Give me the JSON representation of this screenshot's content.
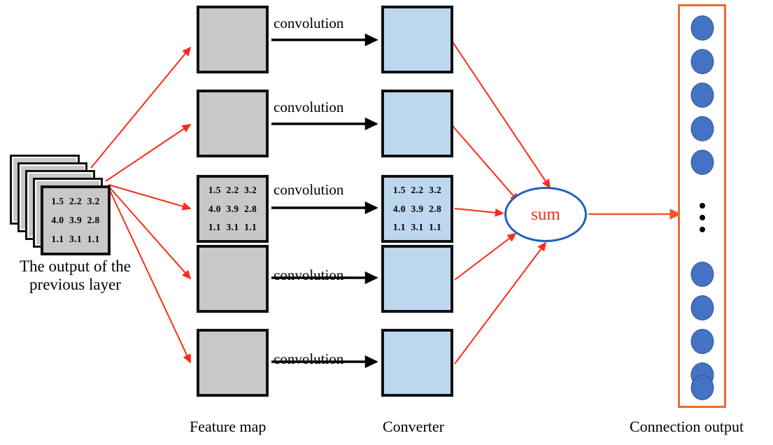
{
  "figure": {
    "title": "Convolutional feature map to converter summation diagram",
    "background": "#ffffff"
  },
  "colors": {
    "feature_map_fill": "#c8c8c8",
    "converter_fill": "#bdd7ee",
    "box_stroke": "#111111",
    "red_arrow": "#FF2A16",
    "black_arrow": "#000000",
    "sum_stroke": "#1F5FBF",
    "sum_text": "#FF2A16",
    "output_border": "#ED6A31",
    "output_node_fill": "#4472C4",
    "output_node_stroke": "#2F5597",
    "output_arrow": "#ED5A28"
  },
  "input_stack": {
    "label": "The output of the previous layer",
    "card_count": 5,
    "matrix": [
      "1.5  2.2  3.2",
      "4.0  3.9  2.8",
      "1.1  3.1  1.1"
    ]
  },
  "column_labels": {
    "feature_map": "Feature map",
    "converter": "Converter",
    "connection_output": "Connection output"
  },
  "rows": [
    {
      "index": 0,
      "convolution_label": "convolution",
      "feature_map_values": [],
      "converter_values": []
    },
    {
      "index": 1,
      "convolution_label": "convolution",
      "feature_map_values": [],
      "converter_values": []
    },
    {
      "index": 2,
      "convolution_label": "convolution",
      "feature_map_values": [
        "1.5  2.2  3.2",
        "4.0  3.9  2.8",
        "1.1  3.1  1.1"
      ],
      "converter_values": [
        "1.5  2.2  3.2",
        "4.0  3.9  2.8",
        "1.1  3.1  1.1"
      ]
    },
    {
      "index": 3,
      "convolution_label": "convolution",
      "feature_map_values": [],
      "converter_values": []
    },
    {
      "index": 4,
      "convolution_label": "convolution",
      "feature_map_values": [],
      "converter_values": []
    }
  ],
  "sum_node": {
    "label": "sum",
    "incoming_count": 5,
    "outgoing_count": 1
  },
  "connection_output": {
    "top_node_count": 5,
    "bottom_node_count": 5,
    "ellipsis_dots": 3
  }
}
